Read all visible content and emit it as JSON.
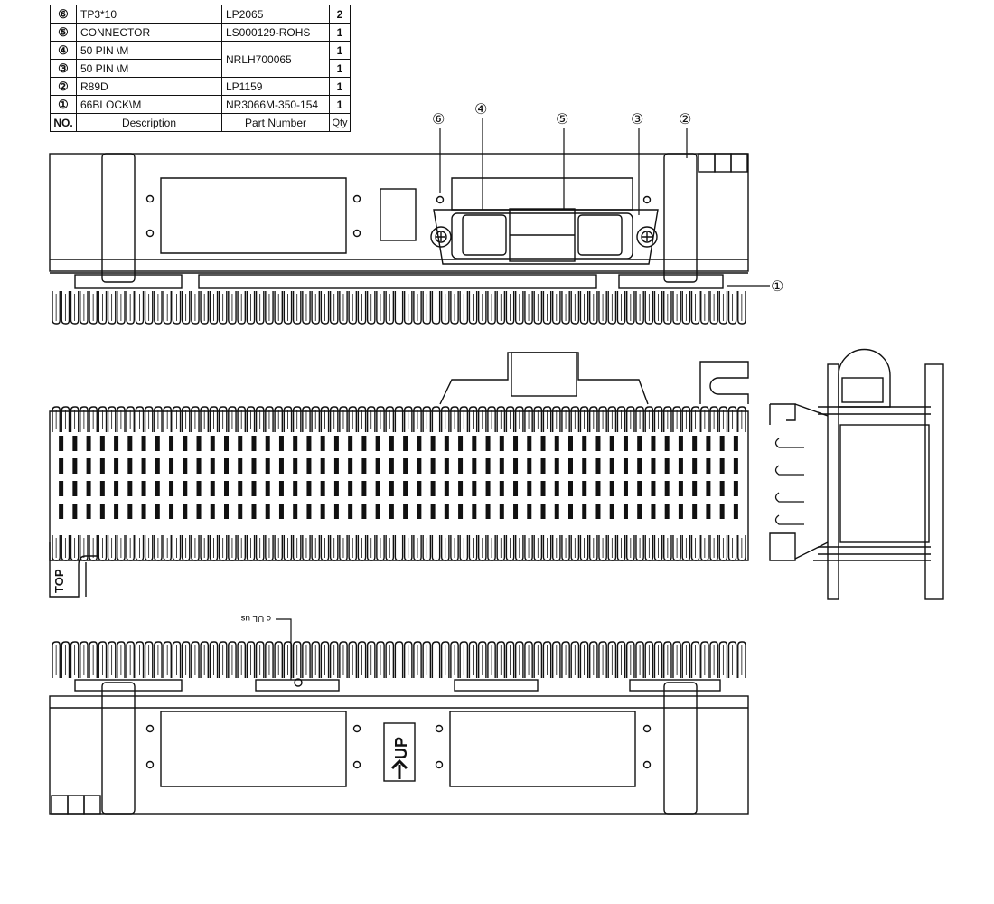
{
  "bom": {
    "rows": [
      {
        "no": "⑥",
        "description": "TP3*10",
        "part_number": "LP2065",
        "qty": "2"
      },
      {
        "no": "⑤",
        "description": "CONNECTOR",
        "part_number": "LS000129-ROHS",
        "qty": "1"
      },
      {
        "no": "④",
        "description": "50 PIN \\M",
        "part_number": "NRLH700065",
        "qty": "1"
      },
      {
        "no": "③",
        "description": "50 PIN \\M",
        "part_number": "",
        "qty": "1"
      },
      {
        "no": "②",
        "description": "R89D",
        "part_number": "LP1159",
        "qty": "1"
      },
      {
        "no": "①",
        "description": "66BLOCK\\M",
        "part_number": "NR3066M-350-154",
        "qty": "1"
      }
    ],
    "header": {
      "no": "NO.",
      "description": "Description",
      "part_number": "Part Number",
      "qty": "Qty"
    }
  },
  "callouts": {
    "c6": "⑥",
    "c4": "④",
    "c5": "⑤",
    "c3": "③",
    "c2": "②",
    "c1": "①"
  },
  "labels": {
    "top": "TOP",
    "up": "UP",
    "ul_mark": "c UL us"
  },
  "colors": {
    "line": "#111111",
    "background": "#ffffff"
  }
}
